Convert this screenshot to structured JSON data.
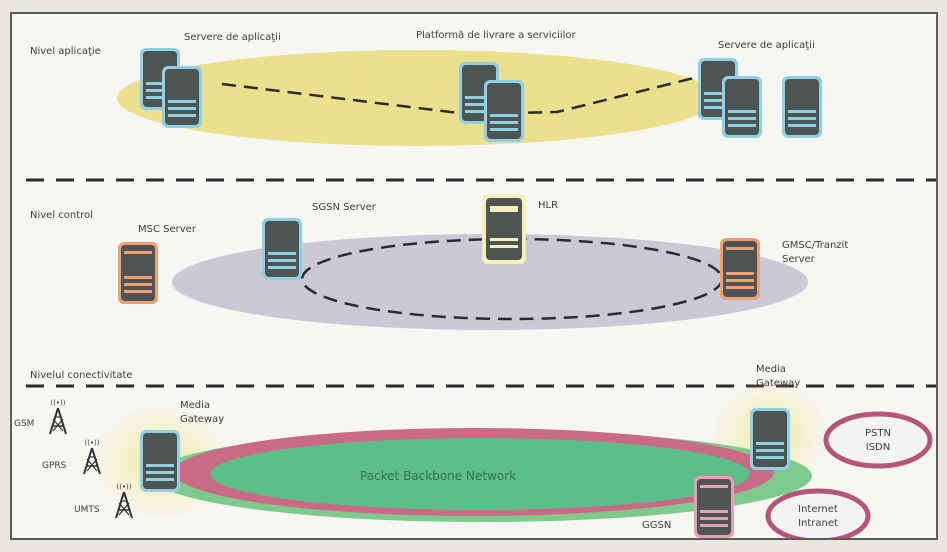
{
  "layers": {
    "application": {
      "title": "Nivel aplicaţie",
      "servers_left": "Servere de aplicaţii",
      "platform": "Platformă de livrare a serviciilor",
      "servers_right": "Servere de aplicaţii"
    },
    "control": {
      "title": "Nivel control",
      "msc": "MSC Server",
      "sgsn": "SGSN Server",
      "hlr": "HLR",
      "gmsc_line1": "GMSC/Tranzit",
      "gmsc_line2": "Server"
    },
    "connectivity": {
      "title": "Nivelul conectivitate",
      "gsm": "GSM",
      "gprs": "GPRS",
      "umts": "UMTS",
      "media_gw_left_line1": "Media",
      "media_gw_left_line2": "Gateway",
      "media_gw_right_line1": "Media",
      "media_gw_right_line2": "Gateway",
      "backbone": "Packet Backbone Network",
      "pstn_line1": "PSTN",
      "pstn_line2": "ISDN",
      "internet_line1": "Internet",
      "internet_line2": "Intranet",
      "ggsn": "GGSN"
    }
  },
  "colors": {
    "app_ellipse": "#e8dc7a",
    "control_ellipse": "#c9cad6",
    "backbone_green": "#5cbf8a",
    "backbone_pink": "#c96a86",
    "server_blue": "#6db7cf",
    "server_orange": "#e8945a",
    "server_pink": "#d48aa0",
    "server_body": "#4e5354",
    "hlr_outline": "#f0e7a5"
  }
}
